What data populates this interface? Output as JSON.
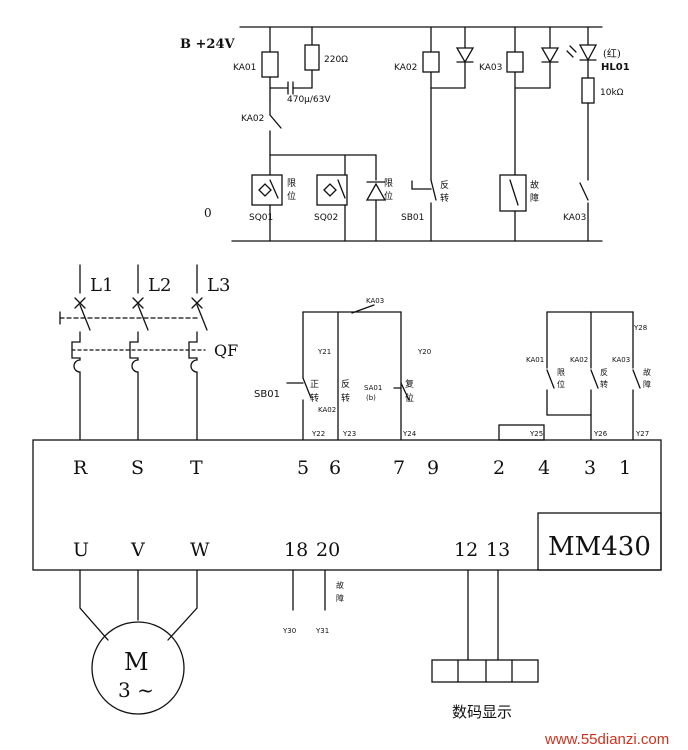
{
  "top": {
    "supply": "B +24V",
    "zero": "0",
    "ka01": "KA01",
    "r220": "220Ω",
    "cap": "470μ/63V",
    "ka02_contact": "KA02",
    "sq01": "SQ01",
    "sq02": "SQ02",
    "xian": "限",
    "wei": "位",
    "ka02_coil": "KA02",
    "ka03_coil": "KA03",
    "hong": "(红)",
    "hl01": "HL01",
    "r10k": "10kΩ",
    "sb01": "SB01",
    "fan": "反",
    "zhuan": "转",
    "gu": "故",
    "zhang": "障",
    "ka03_contact": "KA03"
  },
  "power": {
    "l1": "L1",
    "l2": "L2",
    "l3": "L3",
    "qf": "QF"
  },
  "inputs": {
    "ka03": "KA03",
    "y21": "Y21",
    "y20": "Y20",
    "sb01": "SB01",
    "zheng": "正",
    "zhuan1": "转",
    "fan": "反",
    "zhuan2": "转",
    "ka02": "KA02",
    "sa01": "SA01",
    "sa01b": "(b)",
    "fu": "复",
    "wei": "位",
    "y22": "Y22",
    "y23": "Y23",
    "y24": "Y24",
    "ka01": "KA01",
    "ka02b": "KA02",
    "ka03b": "KA03",
    "xian": "限",
    "wei2": "位",
    "fan2": "反",
    "zhuan3": "转",
    "gu": "故",
    "zhang": "障",
    "y28": "Y28",
    "y25": "Y25",
    "y26": "Y26",
    "y27": "Y27"
  },
  "inverter": {
    "r": "R",
    "s": "S",
    "t": "T",
    "t5": "5",
    "t6": "6",
    "t7": "7",
    "t9": "9",
    "t2": "2",
    "t4": "4",
    "t3": "3",
    "t1": "1",
    "u": "U",
    "v": "V",
    "w": "W",
    "t18": "18",
    "t20": "20",
    "t12": "12",
    "t13": "13",
    "model": "MM430"
  },
  "bottom": {
    "motor_m": "M",
    "motor_phase": "3 ~",
    "gu": "故",
    "zhang": "障",
    "y30": "Y30",
    "y31": "Y31",
    "display": "数码显示",
    "watermark": "www.55dianzi.com"
  }
}
